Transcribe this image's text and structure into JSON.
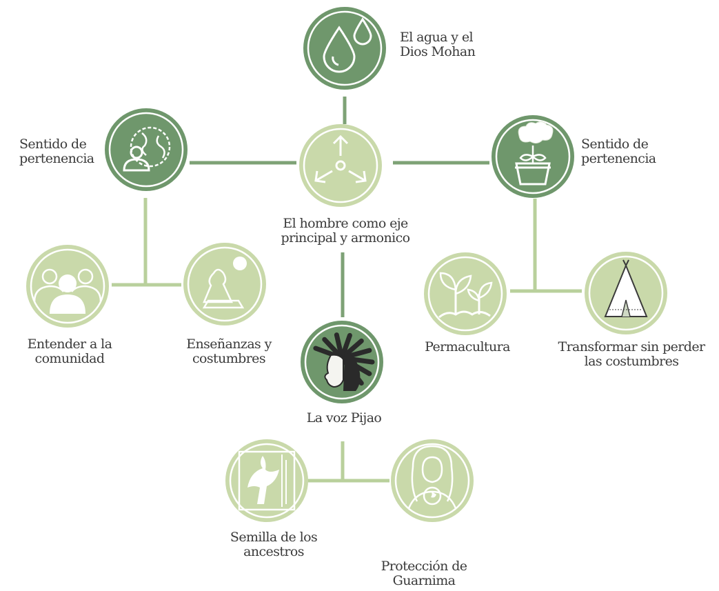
{
  "colors": {
    "dark": "#6f976c",
    "mid": "#9db888",
    "light": "#c9d9aa",
    "line_dark": "#7ea276",
    "line_light": "#b9d09c"
  },
  "nodes": {
    "center": {
      "icon": "arrows-circle-icon",
      "label": [
        "El hombre como eje",
        "principal y armonico"
      ]
    },
    "top": {
      "icon": "water-drops-icon",
      "label": [
        "El agua y el",
        "Dios Mohan"
      ]
    },
    "left": {
      "icon": "globe-person-icon",
      "label": [
        "Sentido de",
        "pertenencia"
      ]
    },
    "right": {
      "icon": "brain-plant-pot-icon",
      "label": [
        "Sentido de",
        "pertenencia"
      ]
    },
    "comunidad": {
      "icon": "people-group-icon",
      "label": [
        "Entender a la",
        "comunidad"
      ]
    },
    "ensenanzas": {
      "icon": "elder-teaching-icon",
      "label": [
        "Enseñanzas y",
        "costumbres"
      ]
    },
    "pijao": {
      "icon": "indigenous-headdress-icon",
      "label": [
        "La voz Pijao"
      ]
    },
    "permacultura": {
      "icon": "sprouting-plants-icon",
      "label": [
        "Permacultura"
      ]
    },
    "transformar": {
      "icon": "teepee-icon",
      "label": [
        "Transformar sin perder",
        "las costumbres"
      ]
    },
    "semilla": {
      "icon": "bird-ancestor-icon",
      "label": [
        "Semilla de los",
        "ancestros"
      ]
    },
    "guarnima": {
      "icon": "woman-earth-icon",
      "label": [
        "Protección de",
        "Guarnima"
      ]
    }
  }
}
